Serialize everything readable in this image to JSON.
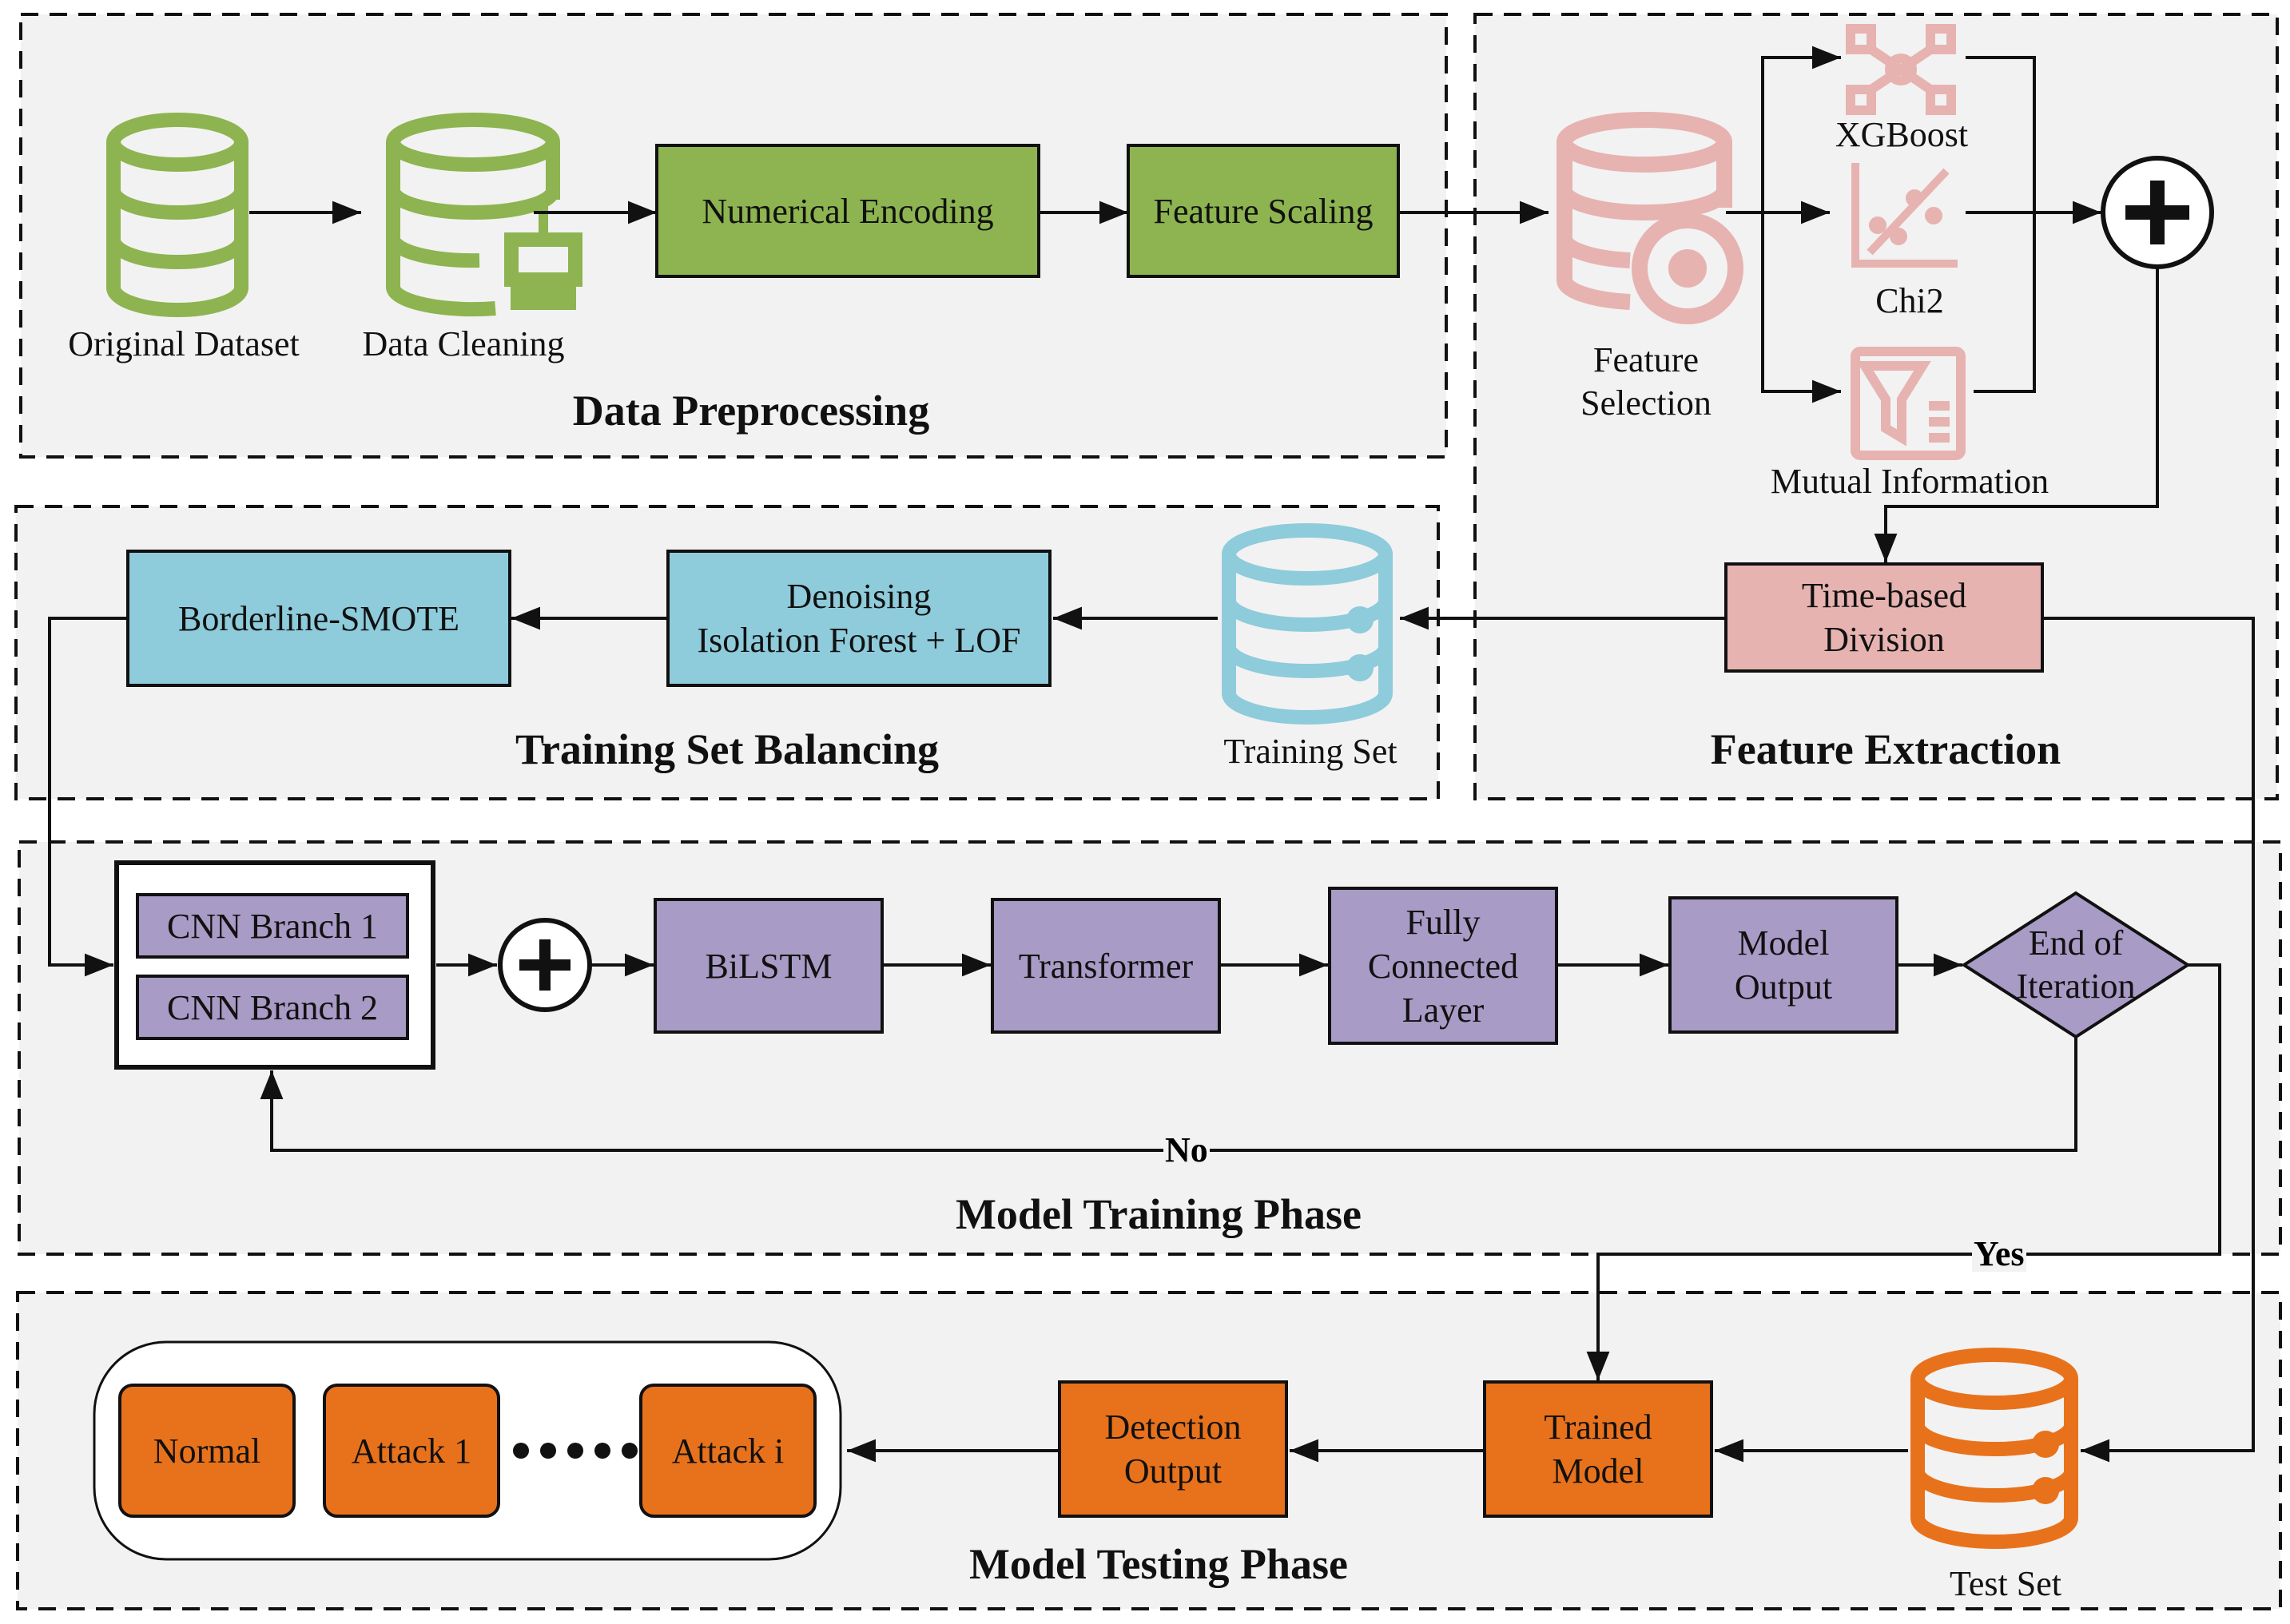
{
  "sections": {
    "data_preprocessing": "Data Preprocessing",
    "feature_extraction": "Feature Extraction",
    "training_set_balancing": "Training Set Balancing",
    "model_training_phase": "Model Training Phase",
    "model_testing_phase": "Model Testing Phase"
  },
  "nodes": {
    "original_dataset": "Original Dataset",
    "data_cleaning": "Data Cleaning",
    "numerical_encoding": "Numerical Encoding",
    "feature_scaling": "Feature Scaling",
    "feature_selection": "Feature\nSelection",
    "xgboost": "XGBoost",
    "chi2": "Chi2",
    "mutual_information": "Mutual Information",
    "time_based_division": "Time-based\nDivision",
    "training_set": "Training Set",
    "denoising": "Denoising\nIsolation Forest + LOF",
    "borderline_smote": "Borderline-SMOTE",
    "cnn_branch_1": "CNN Branch 1",
    "cnn_branch_2": "CNN Branch 2",
    "bilstm": "BiLSTM",
    "transformer": "Transformer",
    "fully_connected": "Fully\nConnected\nLayer",
    "model_output": "Model\nOutput",
    "end_of_iteration": "End of\nIteration",
    "no_label": "No",
    "yes_label": "Yes",
    "test_set": "Test Set",
    "trained_model": "Trained\nModel",
    "detection_output": "Detection\nOutput",
    "normal": "Normal",
    "attack_1": "Attack 1",
    "attack_i": "Attack i"
  },
  "colors": {
    "green": "#8db450",
    "pink": "#e6b3b1",
    "blue": "#8ecbdb",
    "purple": "#a89bc5",
    "orange": "#e8721b",
    "section_bg": "#f2f2f2"
  }
}
